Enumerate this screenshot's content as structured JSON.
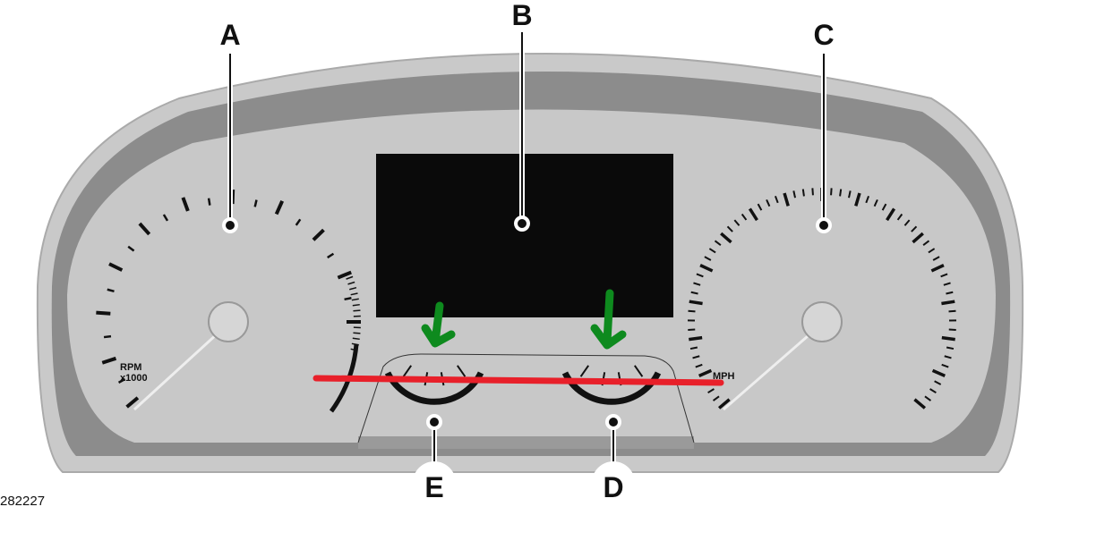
{
  "callouts": {
    "a": "A",
    "b": "B",
    "c": "C",
    "d": "D",
    "e": "E"
  },
  "tachometer": {
    "unit_line1": "RPM",
    "unit_line2": "x1000"
  },
  "speedometer": {
    "unit": "MPH"
  },
  "figure_id": "282227",
  "colors": {
    "bezel": "#c9c9c9",
    "bezel_dark": "#8a8a8a",
    "face": "#c8c8c8",
    "display": "#0a0a0a",
    "highlight_line": "#e8202a",
    "arrow": "#0e8a1e"
  }
}
